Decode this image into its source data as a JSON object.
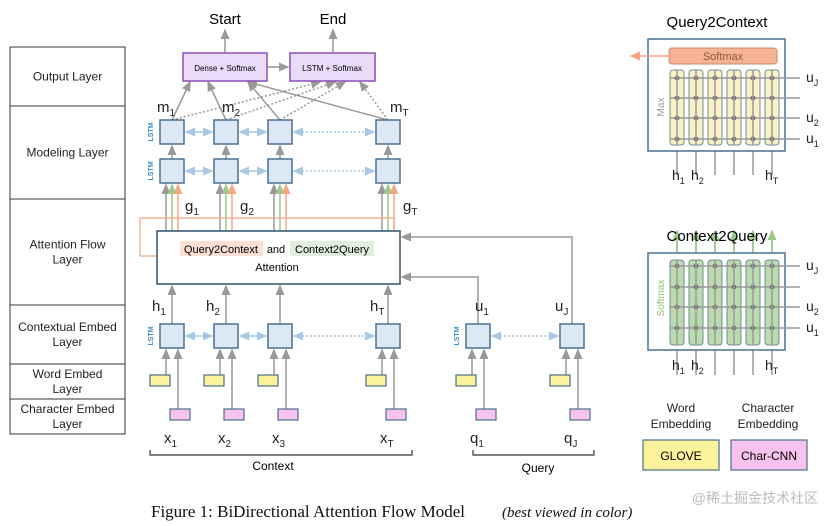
{
  "layers": [
    "Output Layer",
    "Modeling Layer",
    "Attention Flow Layer",
    "Contextual Embed Layer",
    "Word Embed Layer",
    "Character Embed Layer"
  ],
  "outputs": {
    "start": "Start",
    "end": "End",
    "dense_softmax": "Dense + Softmax",
    "lstm_softmax": "LSTM + Softmax"
  },
  "lstm_label": "LSTM",
  "modeling_vars": [
    "m",
    "1",
    "m",
    "2",
    "m",
    "T"
  ],
  "g_vars": [
    "g",
    "1",
    "g",
    "2",
    "g",
    "T"
  ],
  "h_vars": [
    "h",
    "1",
    "h",
    "2",
    "h",
    "T"
  ],
  "u_vars": [
    "u",
    "1",
    "u",
    "J"
  ],
  "x_vars": [
    "x",
    "1",
    "x",
    "2",
    "x",
    "3",
    "x",
    "T"
  ],
  "q_vars": [
    "q",
    "1",
    "q",
    "J"
  ],
  "attention": {
    "q2c": "Query2Context",
    "and": "and",
    "c2q": "Context2Query",
    "line2": "Attention"
  },
  "brackets": {
    "context": "Context",
    "query": "Query"
  },
  "q2c_panel": {
    "title": "Query2Context",
    "softmax": "Softmax",
    "max": "Max",
    "u_labels": [
      "u",
      "J",
      "u",
      "2",
      "u",
      "1"
    ],
    "h_labels": [
      "h",
      "1",
      "h",
      "2",
      "h",
      "T"
    ]
  },
  "c2q_panel": {
    "title": "Context2Query",
    "softmax": "Softmax",
    "u_labels": [
      "u",
      "J",
      "u",
      "2",
      "u",
      "1"
    ],
    "h_labels": [
      "h",
      "1",
      "h",
      "2",
      "h",
      "T"
    ]
  },
  "legend": {
    "word_title1": "Word",
    "word_title2": "Embedding",
    "char_title1": "Character",
    "char_title2": "Embedding",
    "glove": "GLOVE",
    "charcnn": "Char-CNN"
  },
  "caption": {
    "main": "Figure 1: BiDirectional Attention Flow Model",
    "note": "(best viewed in color)"
  },
  "watermark": "@稀土掘金技术社区",
  "colors": {
    "lstm_fill": "#dce9f5",
    "lstm_stroke": "#4a7090",
    "output_fill": "#eadcf8",
    "output_stroke": "#8a4fb8",
    "word_emb": "#fbf39c",
    "char_emb": "#f7c3ee",
    "q2c": "#f4a582",
    "c2q": "#9dc98b",
    "gray": "#999999"
  }
}
